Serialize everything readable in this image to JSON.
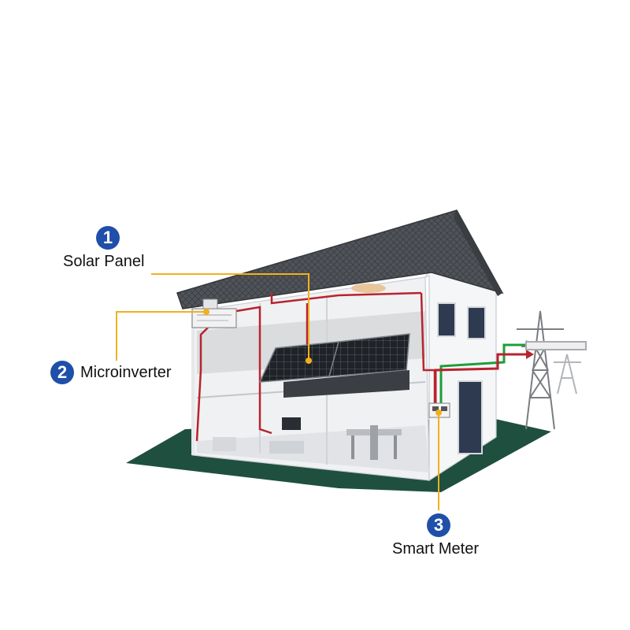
{
  "callouts": [
    {
      "number": "1",
      "label": "Solar Panel"
    },
    {
      "number": "2",
      "label": "Microinverter"
    },
    {
      "number": "3",
      "label": "Smart Meter"
    }
  ],
  "colors": {
    "badge": "#1f4fa8",
    "leader": "#f2b01e",
    "ac_wire": "#b8232f",
    "grid_wire": "#1f9d3a",
    "roof": "#4a4d52",
    "panel": "#24272c",
    "ground": "#1f4f3f"
  },
  "icons": [
    "house-illustration",
    "solar-panel-icon",
    "microinverter-icon",
    "smart-meter-icon",
    "transmission-tower-icon"
  ]
}
